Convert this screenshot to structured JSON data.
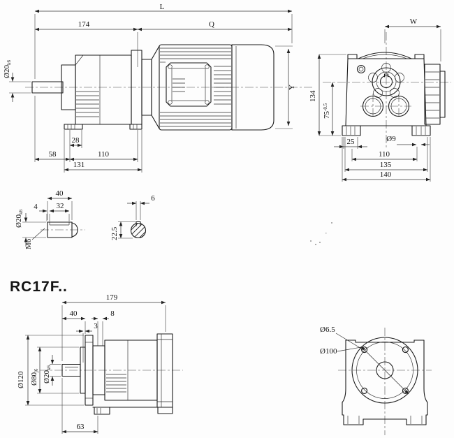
{
  "drawing": {
    "model_label": "RC17F..",
    "ink_color": "#1a1a1a",
    "paper_color": "#fdfdfd",
    "assembly_view": {
      "total_length": "L",
      "gearcase_length": "174",
      "motor_length": "Q",
      "motor_height": "Y",
      "shaft_dia": "Ø20",
      "shaft_dia_tol": "k6",
      "shaft_to_foot": "58",
      "foot_pad_width": "28",
      "foot_hole_span": "110",
      "foot_length": "131"
    },
    "rear_view": {
      "half_width": "W",
      "total_height": "134",
      "shaft_height": "75",
      "shaft_height_tol": "-0.5",
      "foot_pad": "25",
      "foot_hole_dia": "Ø9",
      "foot_hole_span": "110",
      "foot_width": "135",
      "total_width": "140"
    },
    "shaft_detail": {
      "shaft_length": "40",
      "key_setback": "4",
      "key_length": "32",
      "shaft_dia": "Ø20",
      "shaft_dia_tol": "k6",
      "center_tap": "M6"
    },
    "key_section": {
      "shaft_with_key_height": "22.5",
      "key_width": "6"
    },
    "flange_side_view": {
      "total_length": "179",
      "shaft_length": "40",
      "dim_8": "8",
      "dim_3": "3",
      "flange_dia": "Ø120",
      "spigot_dia": "Ø80",
      "spigot_dia_tol": "j6",
      "shaft_dia": "Ø20",
      "shaft_dia_tol": "k6",
      "foot_offset": "63"
    },
    "flange_front_view": {
      "bolt_hole_dia": "Ø6.5",
      "bolt_circle_dia": "Ø100"
    }
  }
}
